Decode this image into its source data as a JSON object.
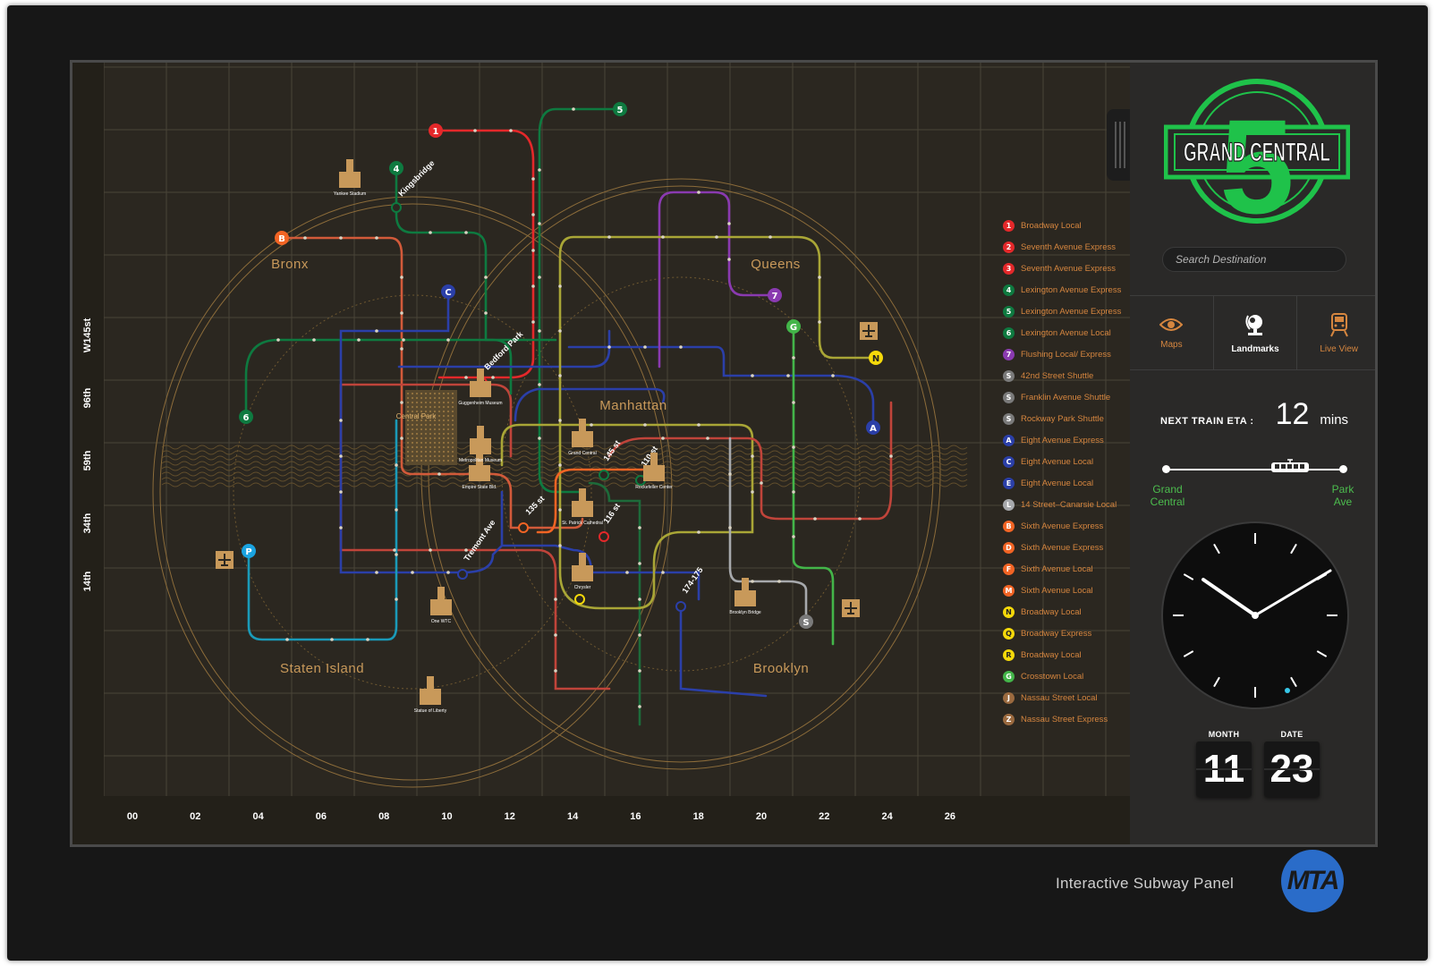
{
  "map": {
    "y_labels": [
      "W145st",
      "96th",
      "59th",
      "34th",
      "14th"
    ],
    "x_labels": [
      "00",
      "02",
      "04",
      "06",
      "08",
      "10",
      "12",
      "14",
      "16",
      "18",
      "20",
      "22",
      "24",
      "26"
    ],
    "boroughs": [
      "Bronx",
      "Queens",
      "Manhattan",
      "Staten Island",
      "Brooklyn"
    ],
    "stations": [
      "Kingsbridge",
      "Bedford Park",
      "135 st",
      "145 st",
      "110 st",
      "116 st",
      "Tremont Ave",
      "174-175"
    ],
    "landmarks": [
      "Central Park",
      "Yankee Stadium",
      "Guggenheim Museum",
      "Metropolitan Museum",
      "Empire State Bld.",
      "Grand Central",
      "Rockefeller Center",
      "St. Patrick Cathedral",
      "One WTC",
      "Brooklyn Bridge",
      "Statue of Liberty",
      "Chrysler"
    ]
  },
  "legend": [
    {
      "code": "1",
      "label": "Broadway Local",
      "color": "#e4282a"
    },
    {
      "code": "2",
      "label": "Seventh Avenue Express",
      "color": "#e4282a"
    },
    {
      "code": "3",
      "label": "Seventh Avenue Express",
      "color": "#e4282a"
    },
    {
      "code": "4",
      "label": "Lexington Avenue Express",
      "color": "#0e7a40"
    },
    {
      "code": "5",
      "label": "Lexington Avenue Express",
      "color": "#0e7a40"
    },
    {
      "code": "6",
      "label": "Lexington Avenue Local",
      "color": "#0e7a40"
    },
    {
      "code": "7",
      "label": "Flushing Local/ Express",
      "color": "#8a3ab0"
    },
    {
      "code": "S",
      "label": "42nd Street Shuttle",
      "color": "#7a7a7a"
    },
    {
      "code": "S",
      "label": "Franklin Avenue Shuttle",
      "color": "#7a7a7a"
    },
    {
      "code": "S",
      "label": "Rockway Park Shuttle",
      "color": "#7a7a7a"
    },
    {
      "code": "A",
      "label": "Eight Avenue Express",
      "color": "#2b3fa8"
    },
    {
      "code": "C",
      "label": "Eight Avenue Local",
      "color": "#2b3fa8"
    },
    {
      "code": "E",
      "label": "Eight Avenue Local",
      "color": "#2b3fa8"
    },
    {
      "code": "L",
      "label": "14 Street–Canarsie Local",
      "color": "#a7a9ac"
    },
    {
      "code": "B",
      "label": "Sixth Avenue Express",
      "color": "#f26424"
    },
    {
      "code": "D",
      "label": "Sixth Avenue Express",
      "color": "#f26424"
    },
    {
      "code": "F",
      "label": "Sixth Avenue Local",
      "color": "#f26424"
    },
    {
      "code": "M",
      "label": "Sixth Avenue Local",
      "color": "#f26424"
    },
    {
      "code": "N",
      "label": "Broadway Local",
      "color": "#f5d90a"
    },
    {
      "code": "Q",
      "label": "Broadway Express",
      "color": "#f5d90a"
    },
    {
      "code": "R",
      "label": "Broadway Local",
      "color": "#f5d90a"
    },
    {
      "code": "G",
      "label": "Crosstown Local",
      "color": "#43b549"
    },
    {
      "code": "J",
      "label": "Nassau Street Local",
      "color": "#9b6a3f"
    },
    {
      "code": "Z",
      "label": "Nassau Street Express",
      "color": "#9b6a3f"
    }
  ],
  "panel": {
    "logo_number": "5",
    "logo_text": "GRAND CENTRAL",
    "search_placeholder": "Search Destination",
    "tabs": [
      {
        "label": "Maps",
        "icon": "eye-icon",
        "active": false
      },
      {
        "label": "Landmarks",
        "icon": "globe-icon",
        "active": true
      },
      {
        "label": "Live View",
        "icon": "train-icon",
        "active": false
      }
    ],
    "eta_label": "NEXT TRAIN ETA :",
    "eta_value": "12",
    "eta_unit": "mins",
    "route_from": "Grand Central",
    "route_to": "Park Ave",
    "month_caption": "MONTH",
    "month_value": "11",
    "date_caption": "DATE",
    "date_value": "23"
  },
  "footer": {
    "title": "Interactive Subway Panel",
    "brand": "MTA"
  },
  "colors": {
    "accent_green": "#1fc24a",
    "label_orange": "#d6863f",
    "borough_gold": "#c8995a"
  }
}
